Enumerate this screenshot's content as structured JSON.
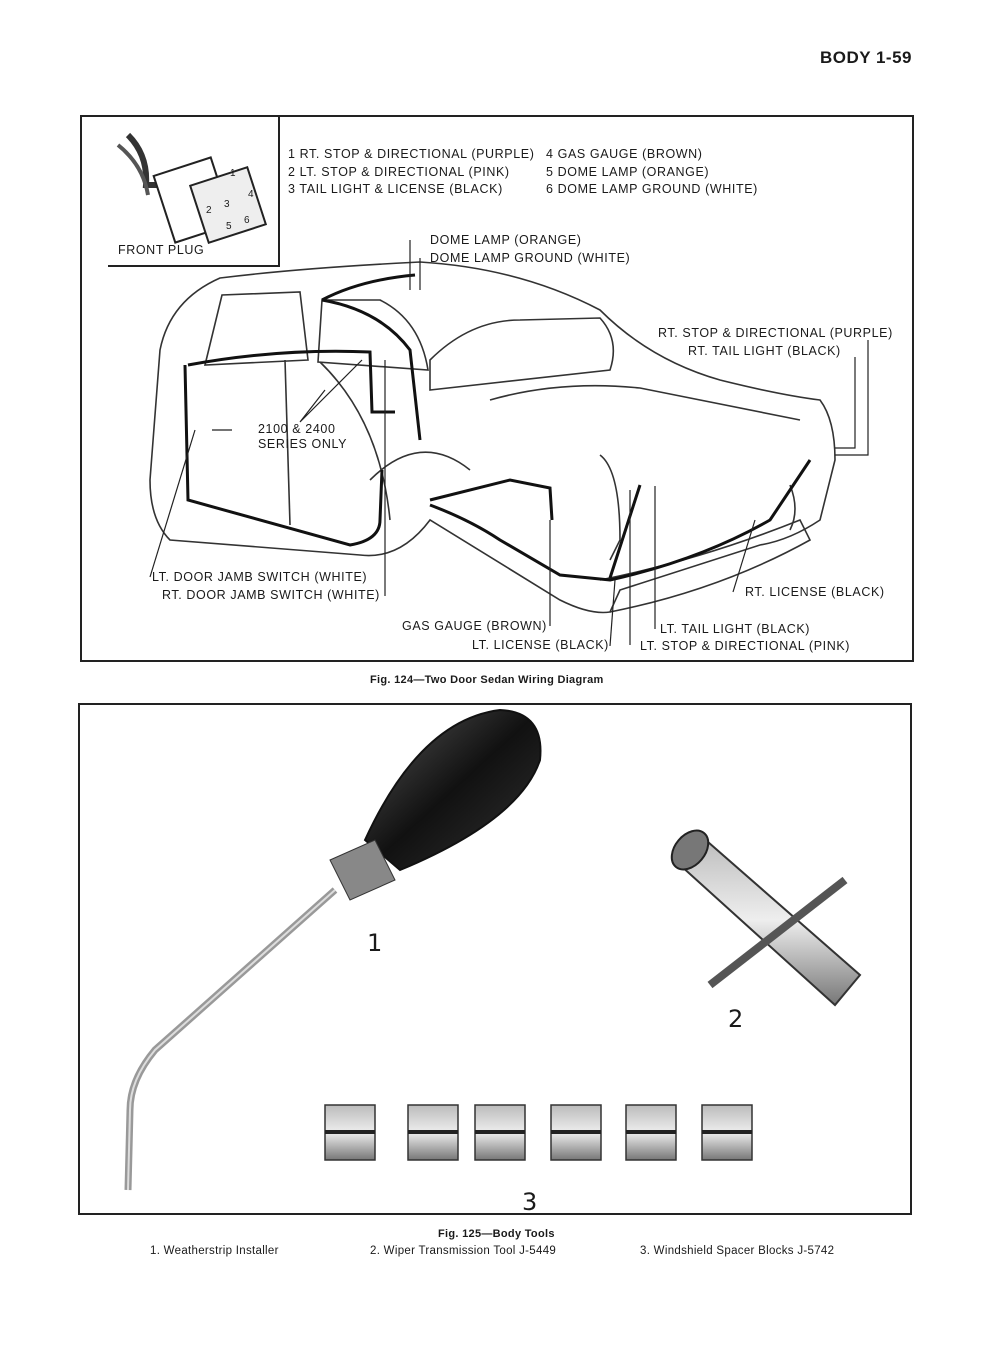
{
  "header": {
    "title": "BODY 1-59"
  },
  "figure124": {
    "caption": "Fig. 124—Two Door Sedan Wiring Diagram",
    "inset_label": "FRONT PLUG",
    "plug_pins": [
      "1",
      "2",
      "3",
      "4",
      "5",
      "6"
    ],
    "legend_left": [
      "1 RT. STOP & DIRECTIONAL (PURPLE)",
      "2 LT. STOP & DIRECTIONAL (PINK)",
      "3 TAIL LIGHT & LICENSE (BLACK)"
    ],
    "legend_right": [
      "4 GAS GAUGE (BROWN)",
      "5 DOME LAMP (ORANGE)",
      "6 DOME LAMP GROUND (WHITE)"
    ],
    "labels": {
      "dome_lamp": "DOME LAMP (ORANGE)",
      "dome_lamp_ground": "DOME LAMP GROUND (WHITE)",
      "rt_stop": "RT. STOP & DIRECTIONAL (PURPLE)",
      "rt_tail": "RT. TAIL LIGHT (BLACK)",
      "series_1": "2100 & 2400",
      "series_2": "SERIES ONLY",
      "lt_door": "LT. DOOR JAMB SWITCH (WHITE)",
      "rt_door": "RT. DOOR JAMB SWITCH (WHITE)",
      "gas_gauge": "GAS GAUGE (BROWN)",
      "lt_license": "LT. LICENSE (BLACK)",
      "rt_license": "RT. LICENSE (BLACK)",
      "lt_tail": "LT. TAIL LIGHT (BLACK)",
      "lt_stop": "LT. STOP & DIRECTIONAL (PINK)"
    }
  },
  "figure125": {
    "caption": "Fig. 125—Body Tools",
    "callouts": [
      "1",
      "2",
      "3"
    ],
    "items": [
      "1. Weatherstrip Installer",
      "2. Wiper Transmission Tool J-5449",
      "3. Windshield Spacer Blocks J-5742"
    ]
  }
}
